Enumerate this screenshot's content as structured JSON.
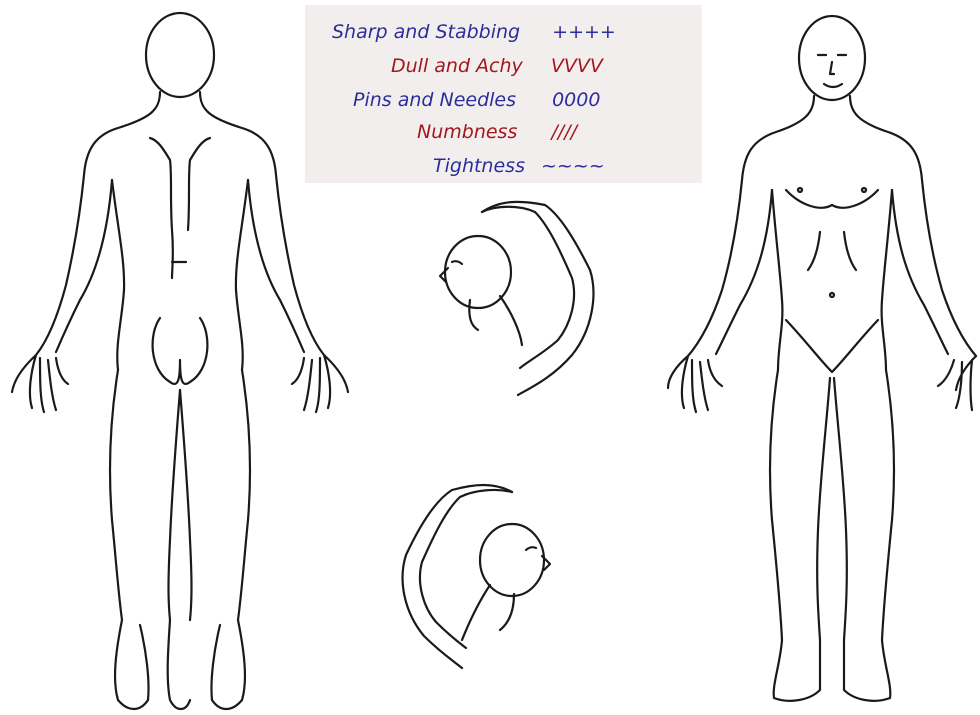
{
  "legend": {
    "items": [
      {
        "label": "Sharp and Stabbing",
        "symbol": "++++",
        "color": "#2b2e9a"
      },
      {
        "label": "Dull and Achy",
        "symbol": "VVVV",
        "color": "#a3171c"
      },
      {
        "label": "Pins and Needles",
        "symbol": "0000",
        "color": "#2b2e9a"
      },
      {
        "label": "Numbness",
        "symbol": "////",
        "color": "#a3171c"
      },
      {
        "label": "Tightness",
        "symbol": "~~~~",
        "color": "#2b2e9a"
      }
    ]
  },
  "figures": {
    "back_view": "body-back-outline",
    "front_view": "body-front-outline",
    "head_arm_right": "head-arm-right-outline",
    "head_arm_left": "head-arm-left-outline"
  },
  "colors": {
    "background": "#ffffff",
    "legend_bg": "#f3eeee",
    "line": "#1a1a1a"
  }
}
